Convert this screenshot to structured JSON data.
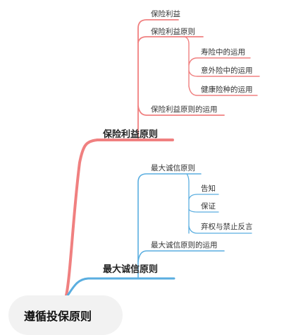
{
  "colors": {
    "red_branch": "#f08080",
    "blue_branch": "#5aaee0",
    "root_bg": "#f2f2f2"
  },
  "root": {
    "label": "遵循投保原则"
  },
  "branches": [
    {
      "label": "保险利益原则",
      "children": [
        {
          "label": "保险利益"
        },
        {
          "label": "保险利益原则"
        },
        {
          "label": "寿险中的运用"
        },
        {
          "label": "意外险中的运用"
        },
        {
          "label": "健康险种的运用"
        },
        {
          "label": "保险利益原则的运用"
        }
      ]
    },
    {
      "label": "最大诚信原则",
      "children": [
        {
          "label": "最大诚信原则"
        },
        {
          "label": "告知"
        },
        {
          "label": "保证"
        },
        {
          "label": "弃权与禁止反言"
        },
        {
          "label": "最大诚信原则的运用"
        }
      ]
    }
  ]
}
